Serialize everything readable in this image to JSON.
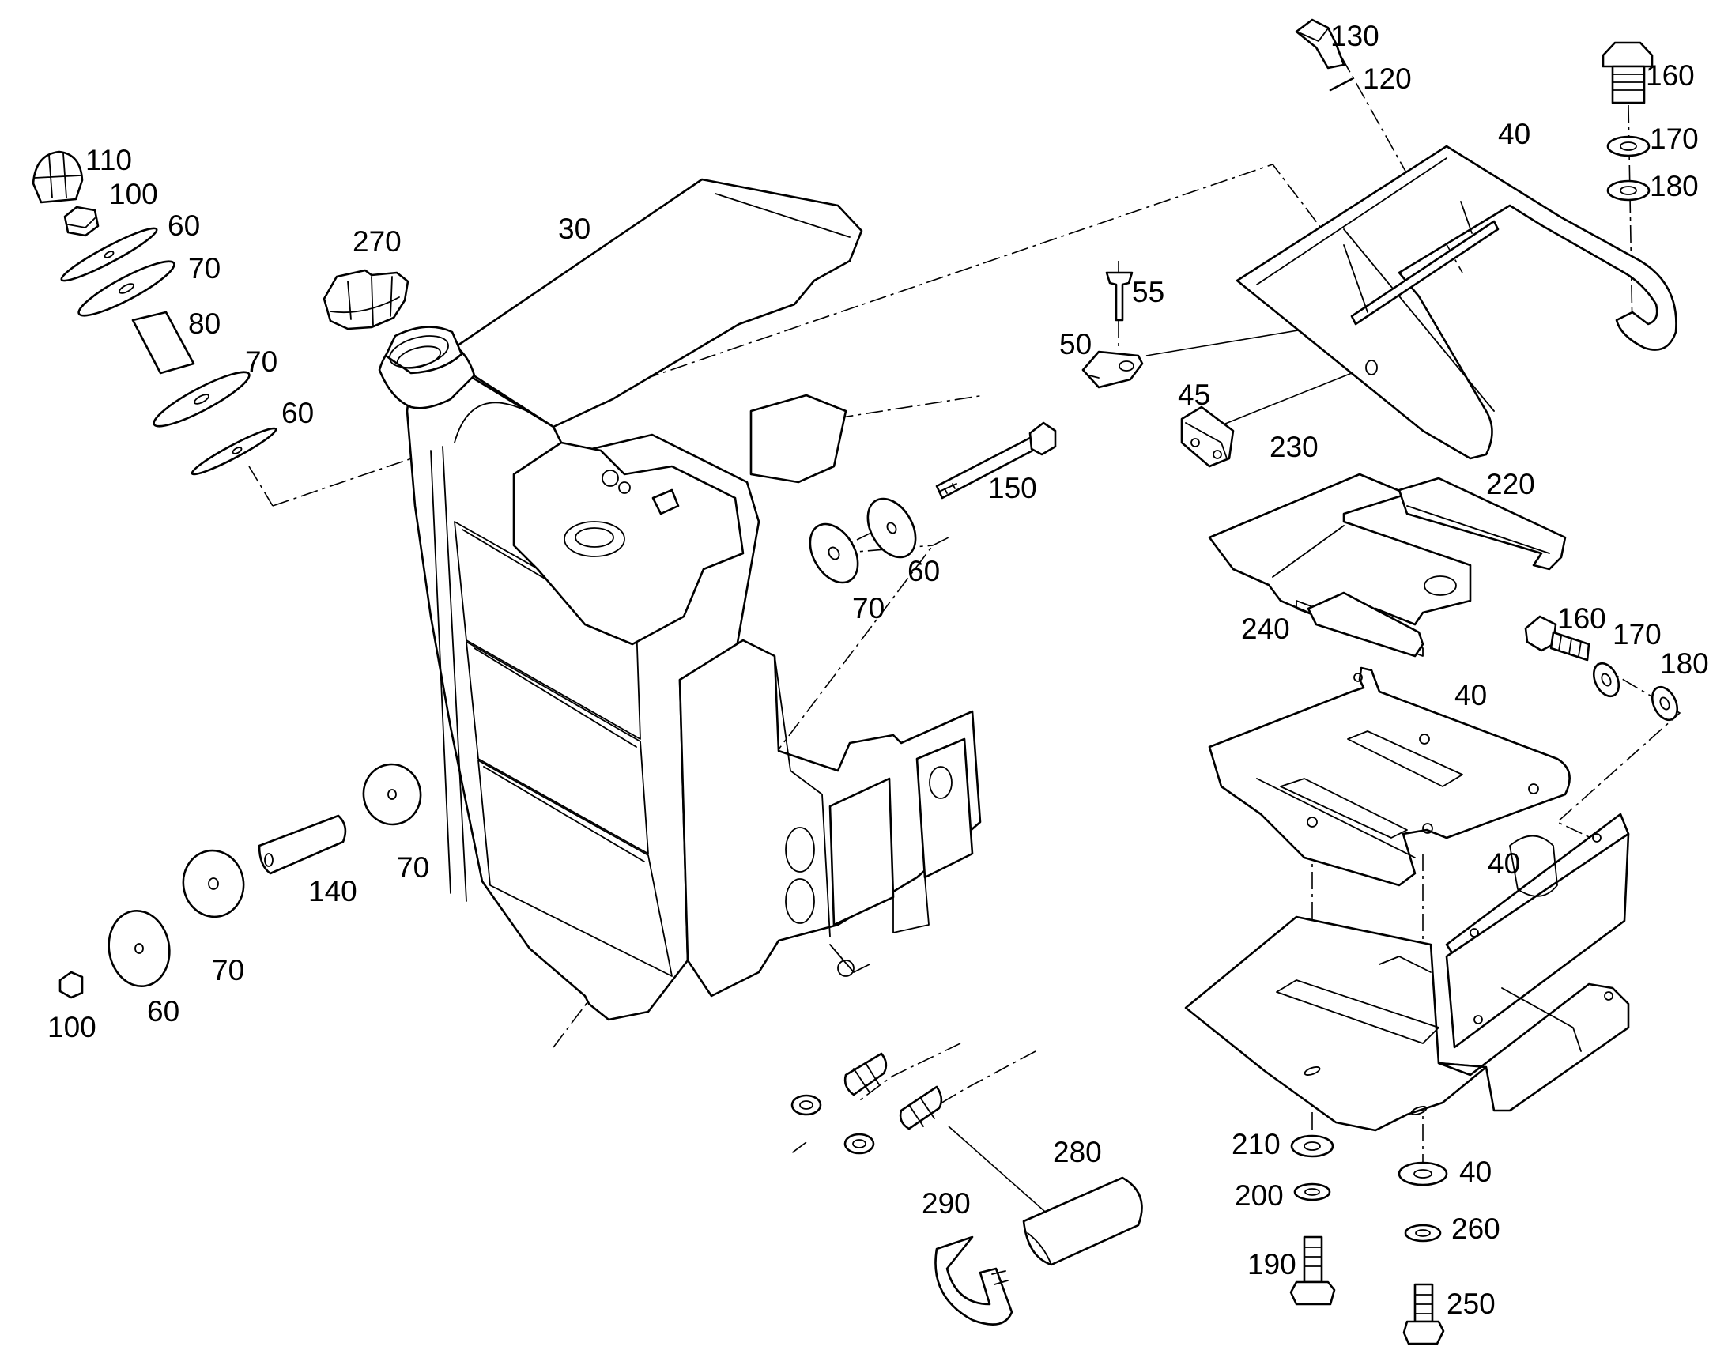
{
  "callouts": [
    {
      "id": "c110",
      "text": "110"
    },
    {
      "id": "c100a",
      "text": "100"
    },
    {
      "id": "c60a",
      "text": "60"
    },
    {
      "id": "c70a",
      "text": "70"
    },
    {
      "id": "c80",
      "text": "80"
    },
    {
      "id": "c70b",
      "text": "70"
    },
    {
      "id": "c60b",
      "text": "60"
    },
    {
      "id": "c270",
      "text": "270"
    },
    {
      "id": "c30",
      "text": "30"
    },
    {
      "id": "c130",
      "text": "130"
    },
    {
      "id": "c120",
      "text": "120"
    },
    {
      "id": "c40a",
      "text": "40"
    },
    {
      "id": "c160a",
      "text": "160"
    },
    {
      "id": "c170a",
      "text": "170"
    },
    {
      "id": "c180a",
      "text": "180"
    },
    {
      "id": "c55",
      "text": "55"
    },
    {
      "id": "c50",
      "text": "50"
    },
    {
      "id": "c45",
      "text": "45"
    },
    {
      "id": "c230",
      "text": "230"
    },
    {
      "id": "c220",
      "text": "220"
    },
    {
      "id": "c150",
      "text": "150"
    },
    {
      "id": "c60c",
      "text": "60"
    },
    {
      "id": "c70c",
      "text": "70"
    },
    {
      "id": "c240",
      "text": "240"
    },
    {
      "id": "c160b",
      "text": "160"
    },
    {
      "id": "c170b",
      "text": "170"
    },
    {
      "id": "c180b",
      "text": "180"
    },
    {
      "id": "c40b",
      "text": "40"
    },
    {
      "id": "c40c",
      "text": "40"
    },
    {
      "id": "c70d",
      "text": "70"
    },
    {
      "id": "c140",
      "text": "140"
    },
    {
      "id": "c70e",
      "text": "70"
    },
    {
      "id": "c60d",
      "text": "60"
    },
    {
      "id": "c100b",
      "text": "100"
    },
    {
      "id": "c280",
      "text": "280"
    },
    {
      "id": "c290",
      "text": "290"
    },
    {
      "id": "c210",
      "text": "210"
    },
    {
      "id": "c200",
      "text": "200"
    },
    {
      "id": "c190",
      "text": "190"
    },
    {
      "id": "c40d",
      "text": "40"
    },
    {
      "id": "c260",
      "text": "260"
    },
    {
      "id": "c250",
      "text": "250"
    }
  ]
}
